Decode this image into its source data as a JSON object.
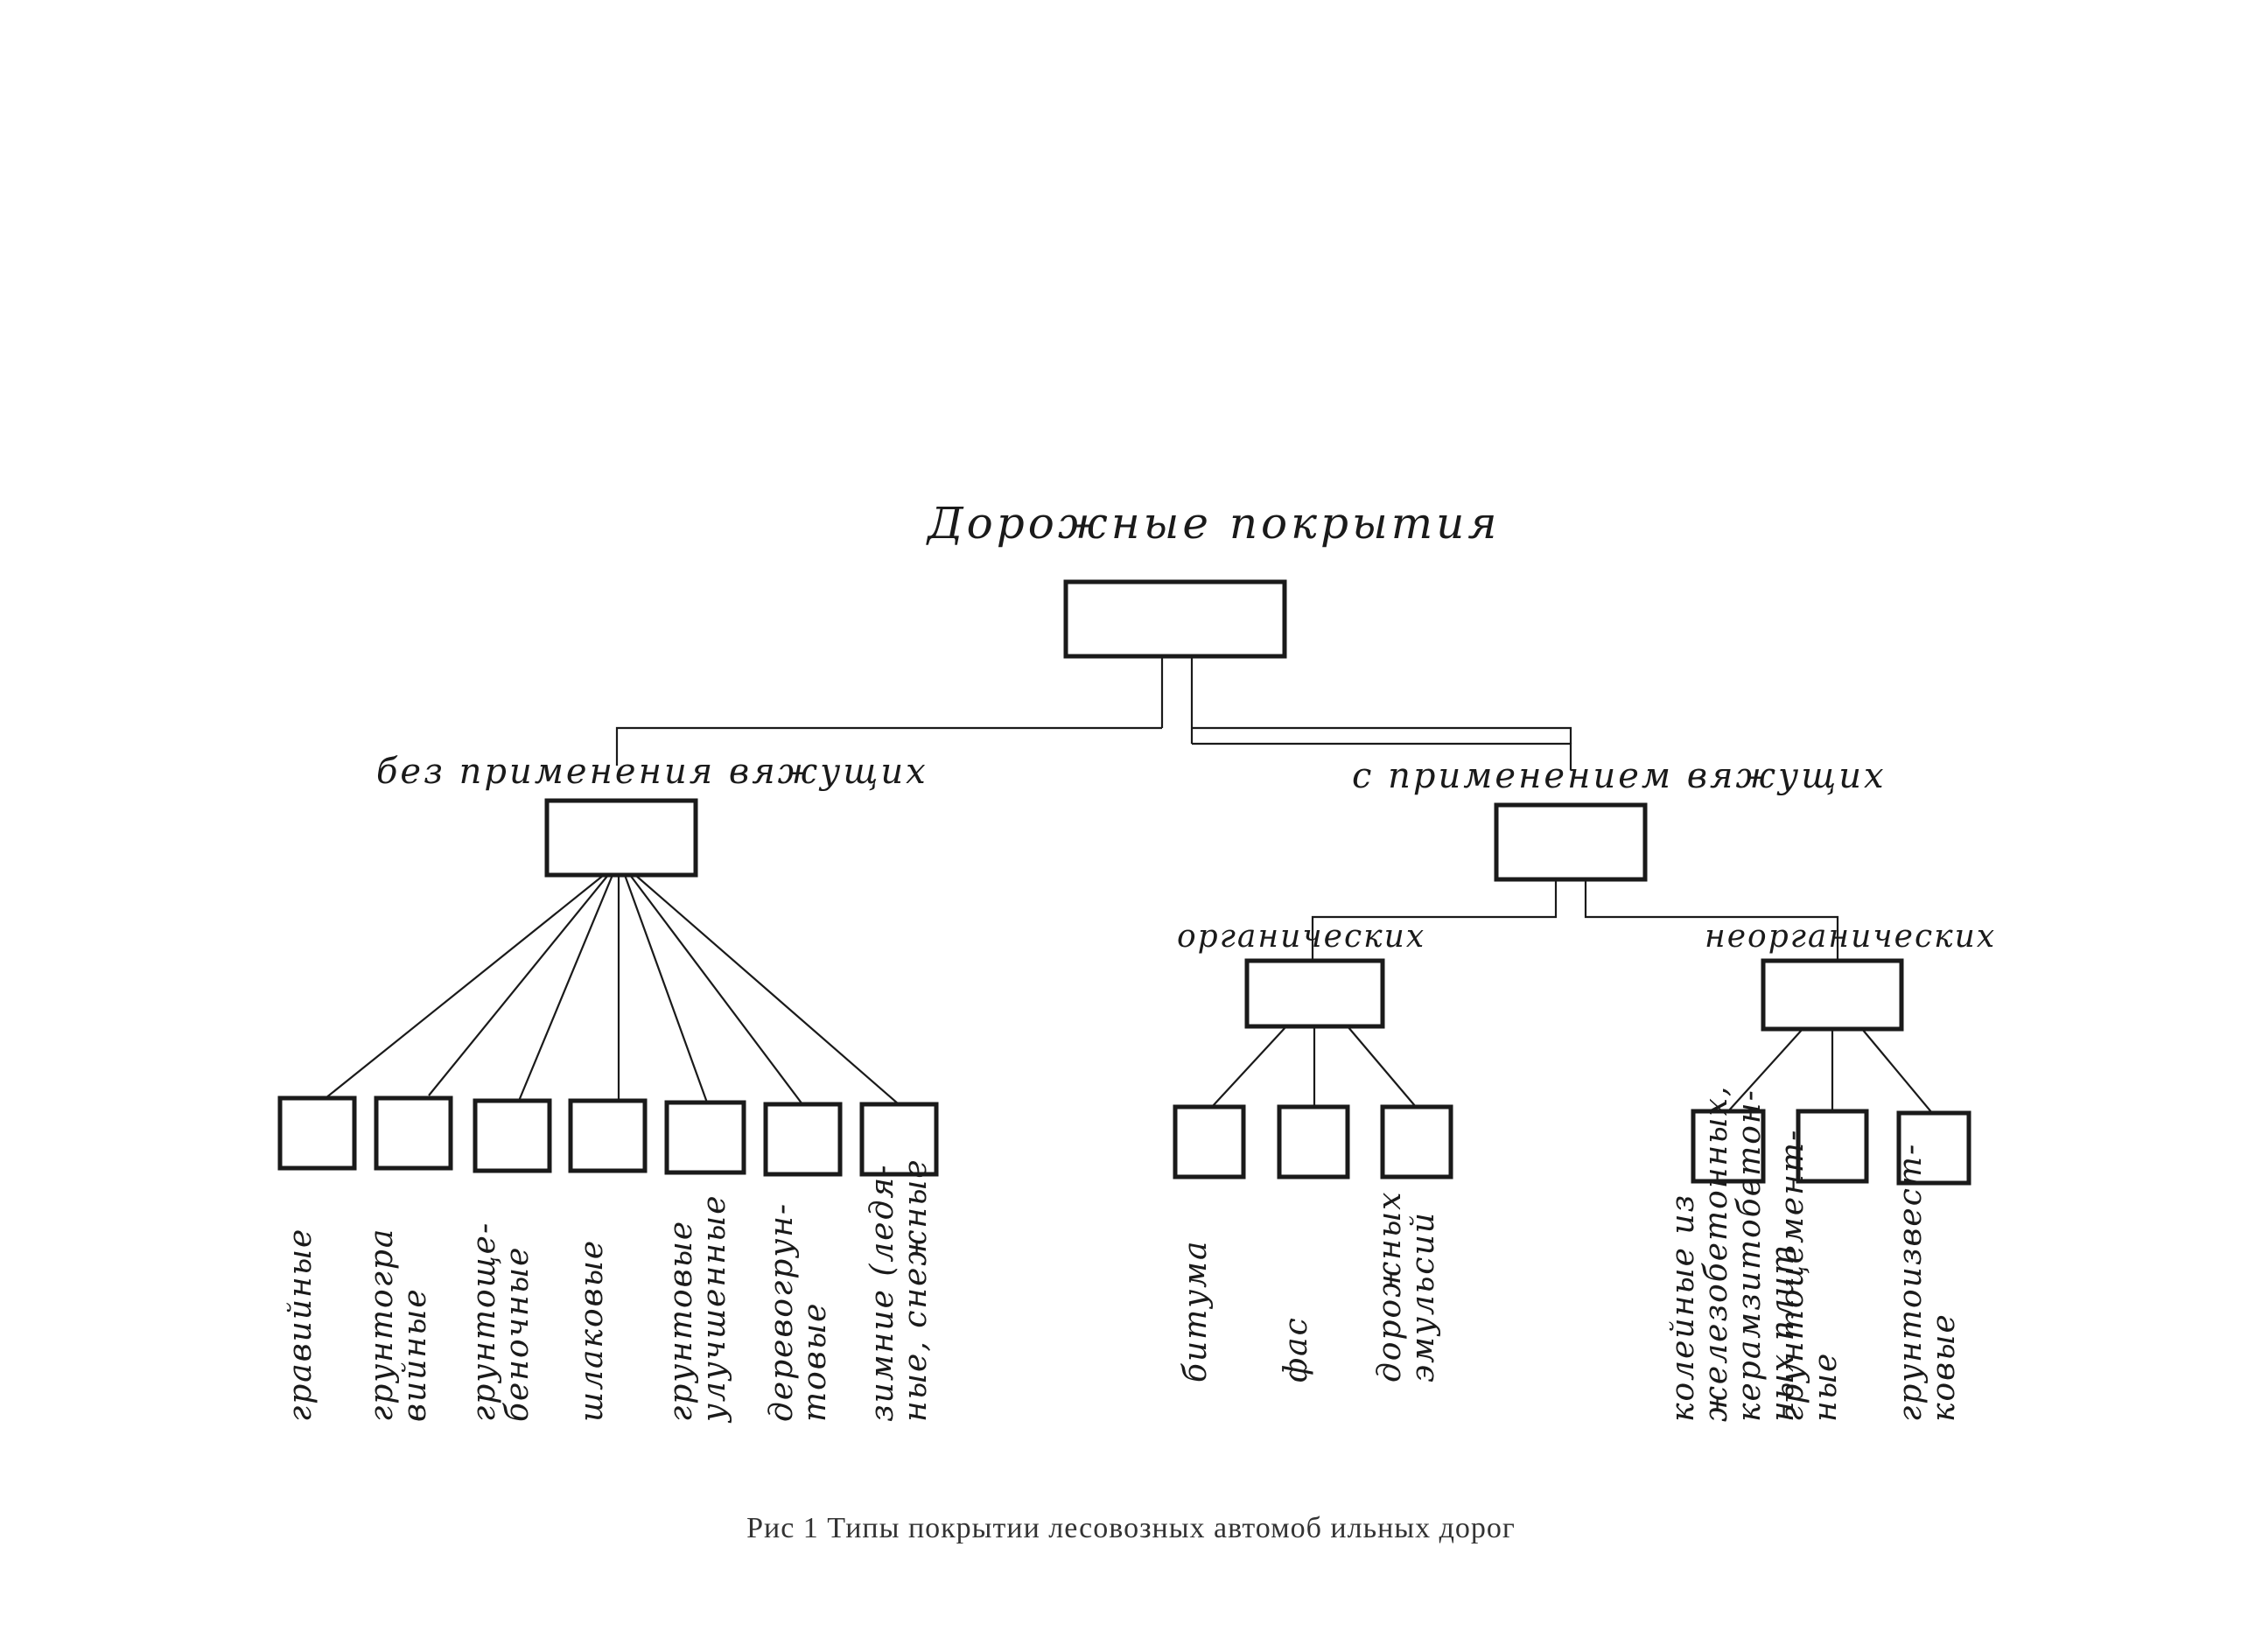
{
  "root": {
    "label": "Дорожные покрытия"
  },
  "branches": {
    "without": {
      "label": "без применения вяжущих"
    },
    "with": {
      "label": "с применением вяжущих"
    },
    "organic": {
      "label": "органических"
    },
    "inorganic": {
      "label": "неорганических"
    }
  },
  "leaves": {
    "without": [
      [
        "гравийные"
      ],
      [
        "грунтогра",
        "вийные"
      ],
      [
        "грунтоще-",
        "беночные"
      ],
      [
        "шлаковые"
      ],
      [
        "грунтовые",
        "улучшенные"
      ],
      [
        "деревогрун-",
        "товые"
      ],
      [
        "зимние (ледя-",
        "ные, снежные"
      ]
    ],
    "organic": [
      [
        "битума"
      ],
      [
        "фас"
      ],
      [
        "дорожных",
        "эмульсий"
      ]
    ],
    "inorganic": [
      [
        "колейные из",
        "железобетонных,",
        "керамзитобетон-",
        "ных плит"
      ],
      [
        "грунтоцемент-",
        "ные"
      ],
      [
        "грунтоизвест-",
        "ковые"
      ]
    ]
  },
  "caption": "Рис 1 Типы покрытии лесовозных автомоб ильных дорог"
}
